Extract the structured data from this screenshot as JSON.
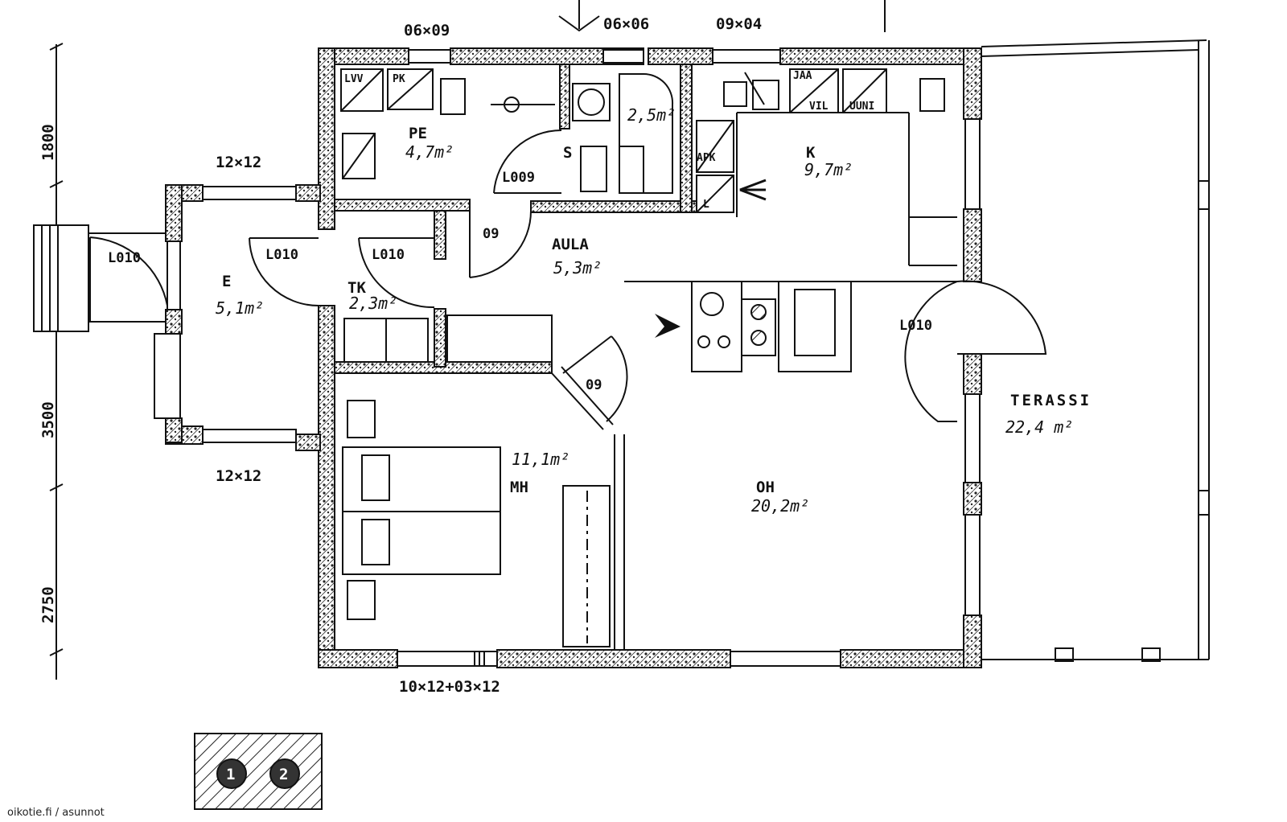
{
  "dimensions": {
    "top_1800": "1800",
    "mid_3500": "3500",
    "bot_2750": "2750"
  },
  "windows": {
    "w_06x09": "06×09",
    "w_06x06": "06×06",
    "w_09x04": "09×04",
    "w_12x12_top": "12×12",
    "w_12x12_bottom": "12×12",
    "w_bottom": "10×12+03×12"
  },
  "rooms": {
    "pe": {
      "name": "PE",
      "area": "4,7m²"
    },
    "sauna": {
      "name": "S",
      "area": "2,5m²"
    },
    "k": {
      "name": "K",
      "area": "9,7m²"
    },
    "aula": {
      "name": "AULA",
      "area": "5,3m²"
    },
    "e": {
      "name": "E",
      "area": "5,1m²"
    },
    "tk": {
      "name": "TK",
      "area": "2,3m²"
    },
    "mh": {
      "name": "MH",
      "area": "11,1m²"
    },
    "oh": {
      "name": "OH",
      "area": "20,2m²"
    },
    "terassi": {
      "name": "TERASSI",
      "area": "22,4 m²"
    }
  },
  "fixtures": {
    "lvv": "LVV",
    "pk": "PK",
    "jk": "JÄÄ",
    "vil": "VIL",
    "uuni": "UUNI",
    "apk": "APK",
    "l": "L"
  },
  "doors": {
    "d_l009": "L009",
    "d_09_aula": "09",
    "d_l010_entry": "L010",
    "d_l010_e": "L010",
    "d_l010_tk": "L010",
    "d_09_mh": "09",
    "d_l010_terrace": "L010"
  },
  "legend": {
    "marker_1": "1",
    "marker_2": "2"
  },
  "watermark": "oikotie.fi / asunnot"
}
